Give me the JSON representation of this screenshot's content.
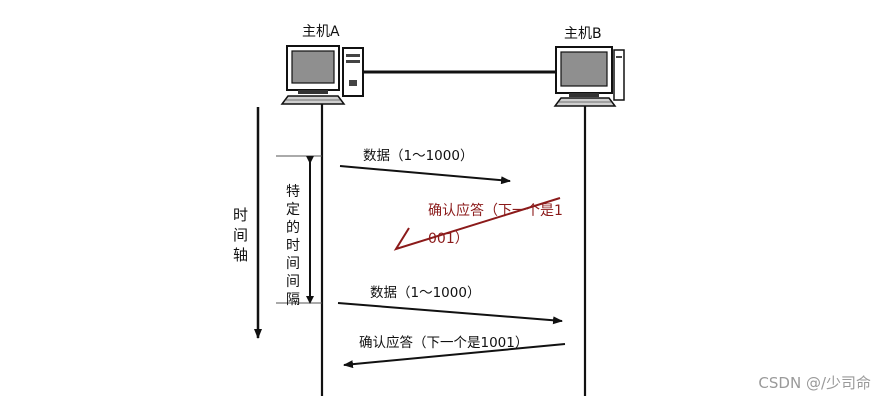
{
  "hosts": {
    "a_label": "主机A",
    "b_label": "主机B"
  },
  "time_axis_label": "时间轴",
  "interval_label": "特定的时间间隔",
  "messages": {
    "data_1": "数据（1～1000）",
    "ack_lost": "确认应答（下一个是1001）",
    "data_2": "数据（1～1000）",
    "ack_2": "确认应答（下一个是1001）"
  },
  "watermark": "CSDN @/少司命",
  "colors": {
    "line": "#111111",
    "annotation": "#8b1a1a",
    "watermark": "#9a9a9a"
  }
}
